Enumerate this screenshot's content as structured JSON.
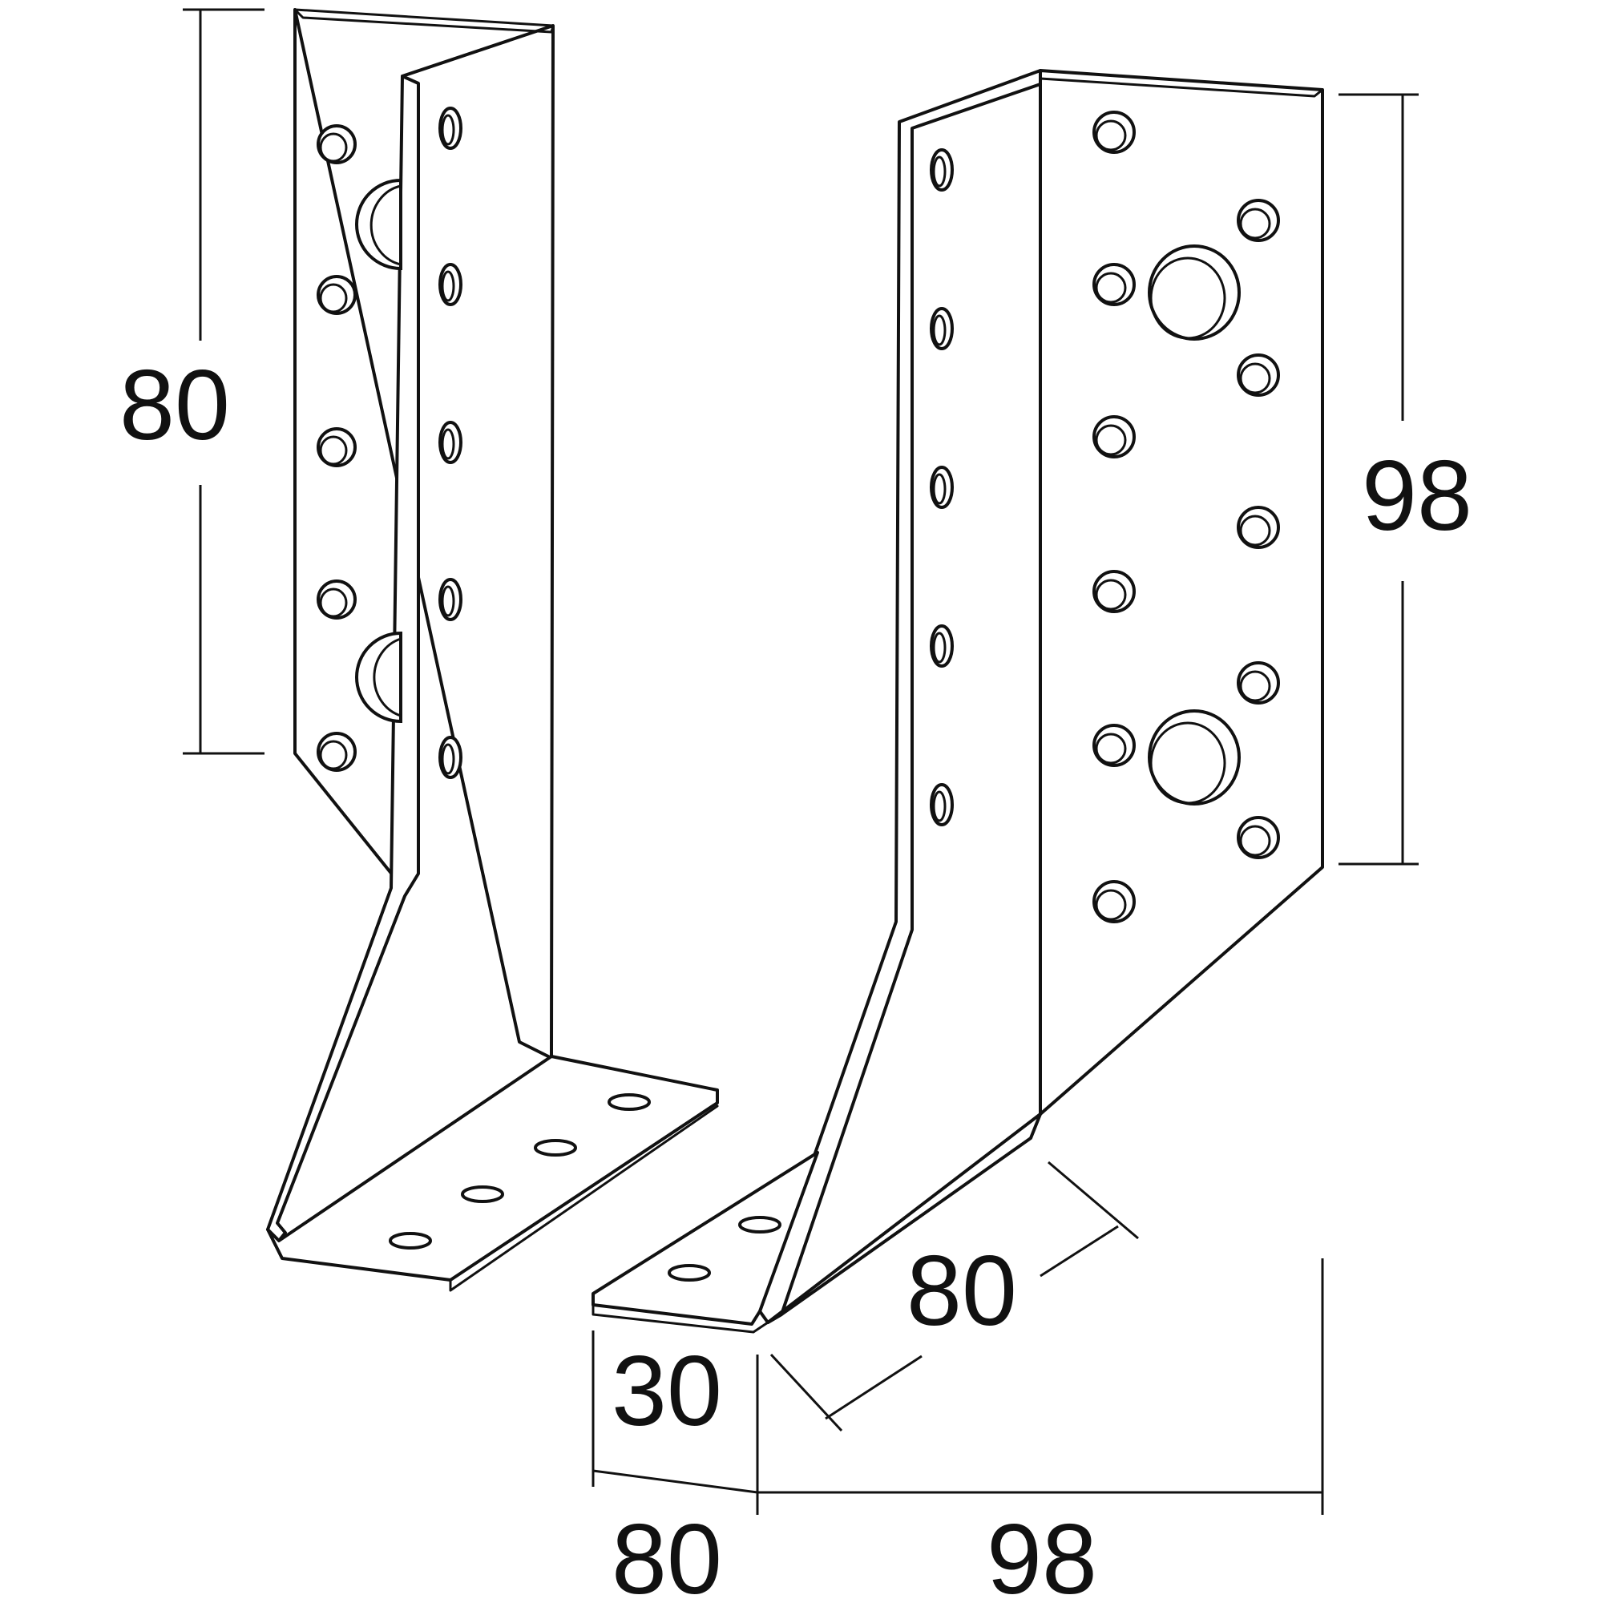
{
  "product": "joist-hanger-bracket",
  "views": [
    {
      "name": "front-view"
    },
    {
      "name": "side-view"
    }
  ],
  "dimensions": {
    "left_height": "80",
    "right_height": "98",
    "diagonal_depth": "80",
    "flange_height": "30",
    "bottom_width": "80",
    "bottom_depth": "98"
  },
  "colors": {
    "line": "#111111",
    "background": "#ffffff"
  }
}
